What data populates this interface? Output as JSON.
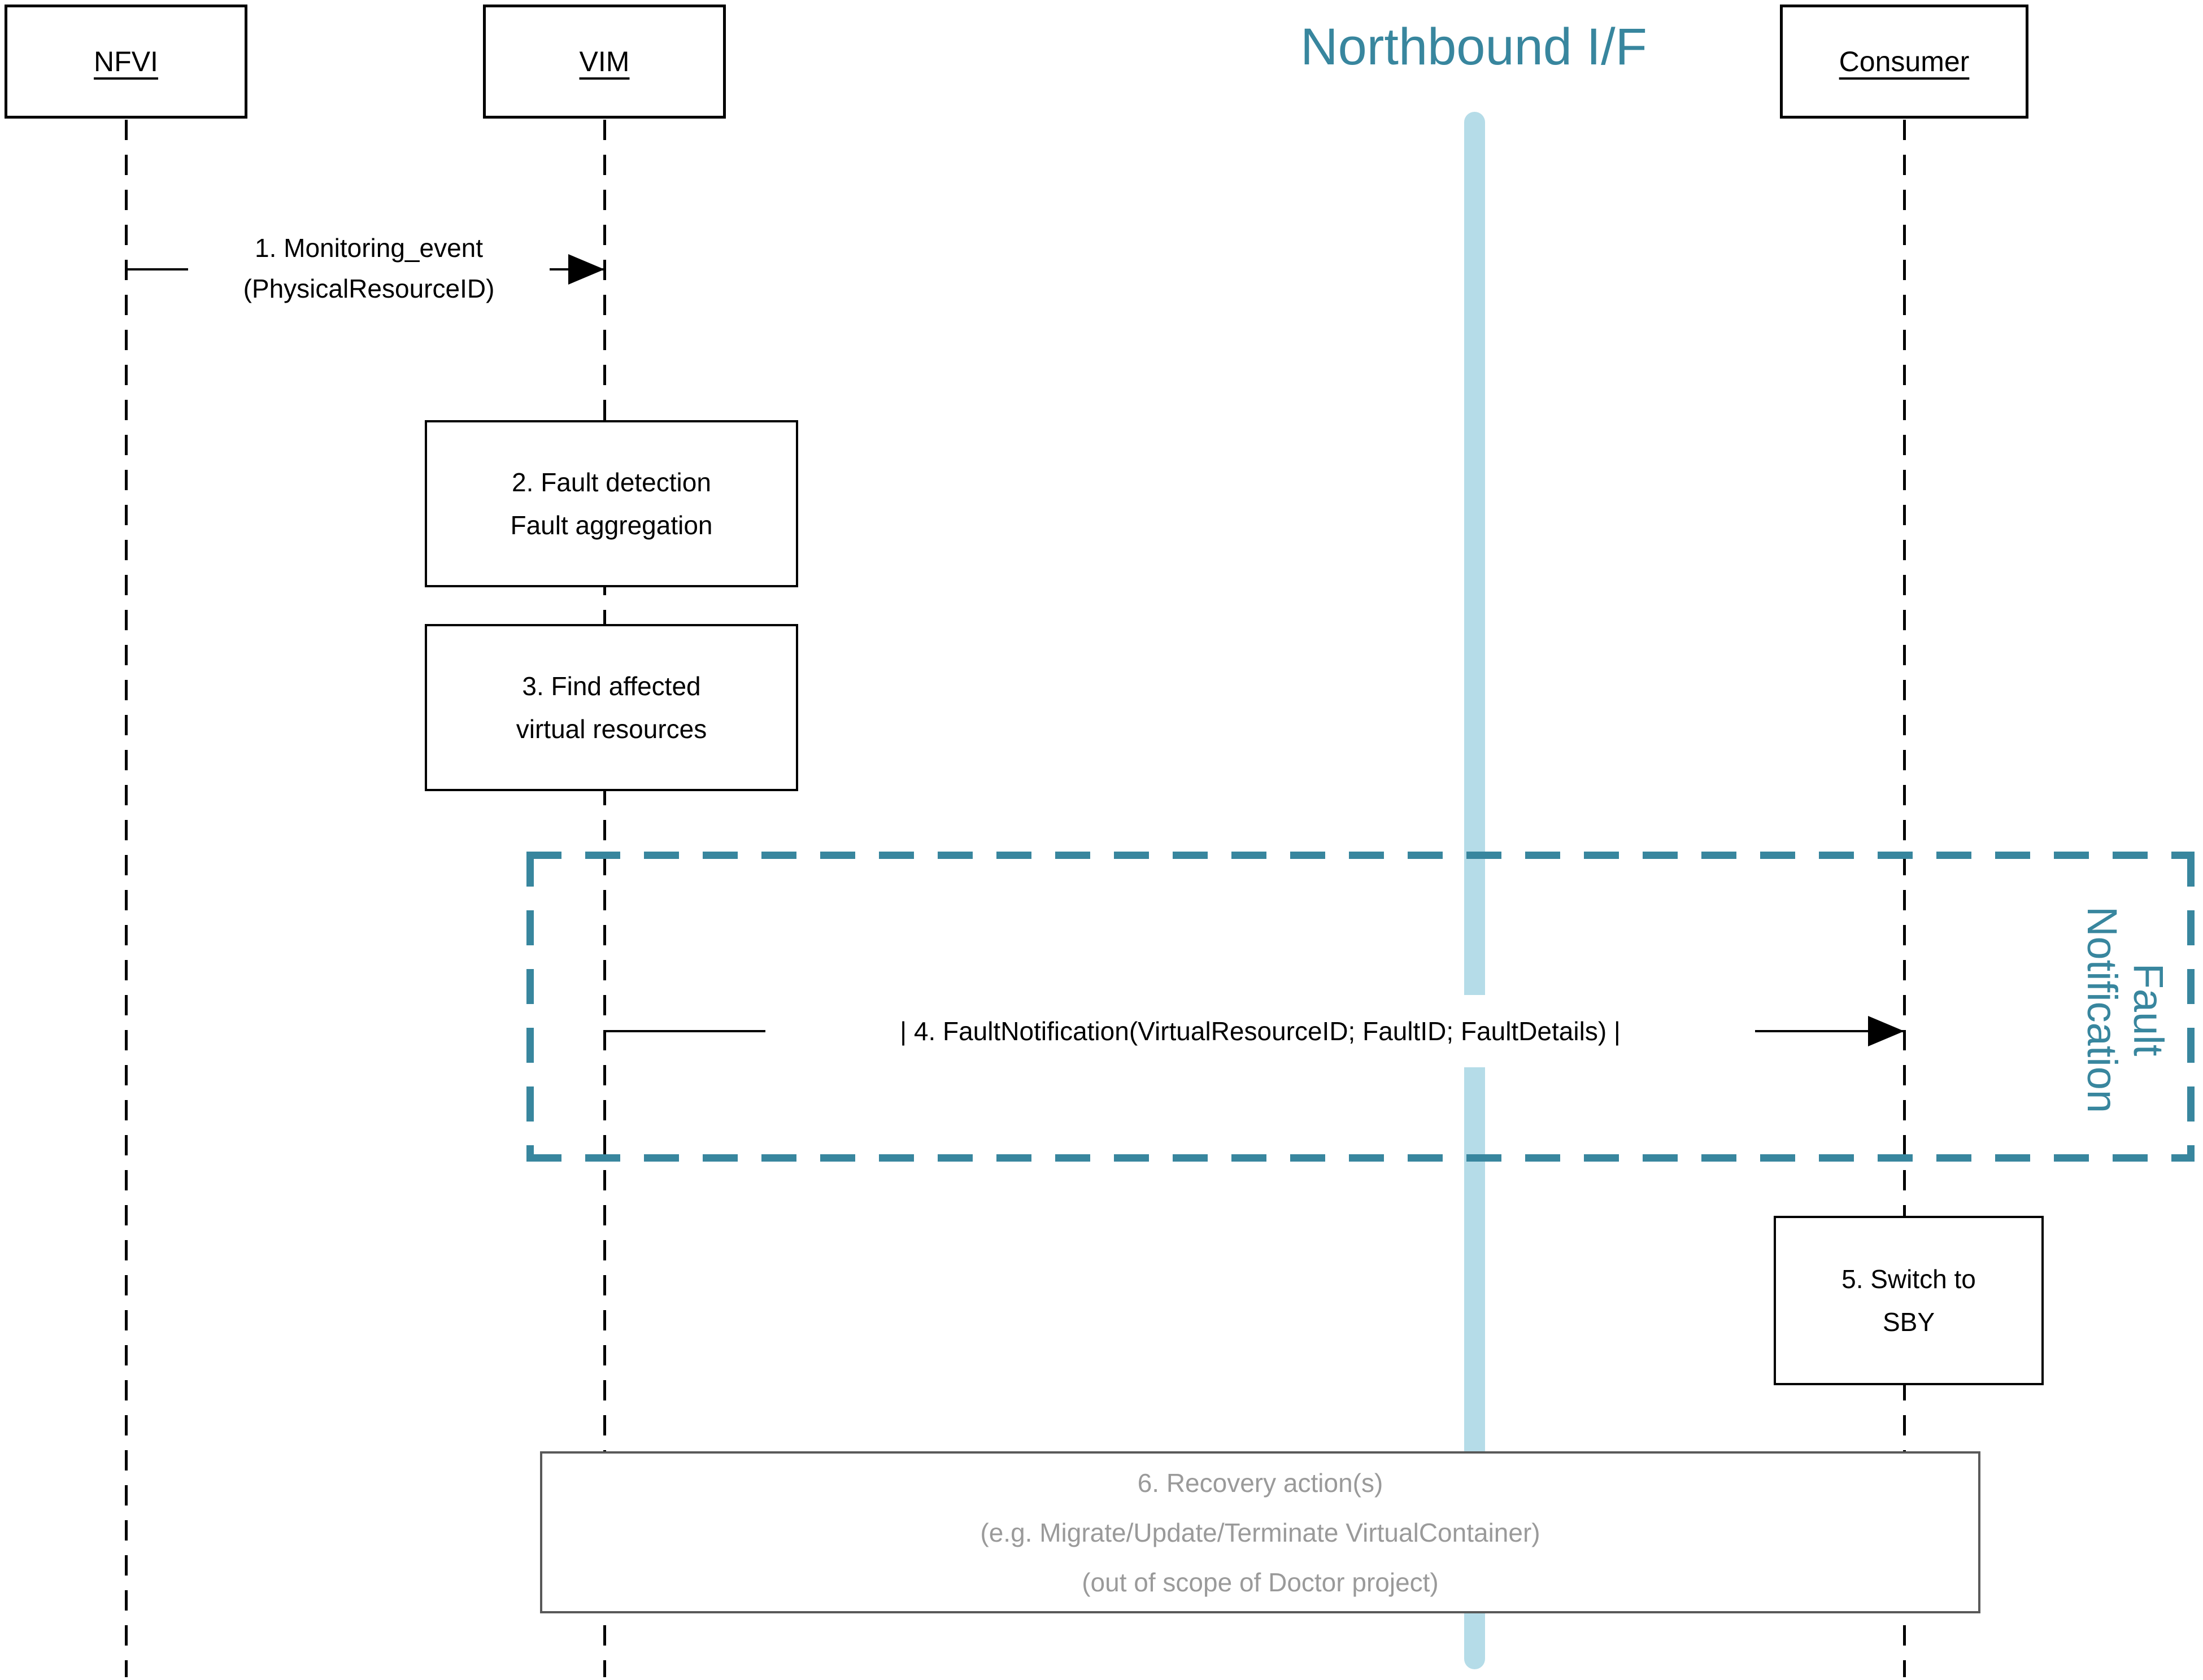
{
  "diagram": {
    "title": "Northbound I/F",
    "actors": [
      {
        "label": "NFVI"
      },
      {
        "label": "VIM"
      },
      {
        "label": "Consumer"
      }
    ],
    "messages": [
      {
        "from": "NFVI",
        "to": "VIM",
        "line1": "1. Monitoring_event",
        "line2": "(PhysicalResourceID)"
      },
      {
        "from": "VIM",
        "to": "Consumer",
        "label": "| 4. FaultNotification(VirtualResourceID; FaultID; FaultDetails) |"
      }
    ],
    "steps": {
      "step2": {
        "line1": "2. Fault detection",
        "line2": "Fault aggregation"
      },
      "step3": {
        "line1": "3. Find affected",
        "line2": "virtual resources"
      },
      "step5": {
        "line1": "5. Switch to",
        "line2": "SBY"
      },
      "step6": {
        "line1": "6. Recovery action(s)",
        "line2": "(e.g. Migrate/Update/Terminate VirtualContainer)",
        "line3": "(out of scope of Doctor project)"
      }
    },
    "frame": {
      "line1": "Fault",
      "line2": "Notification"
    },
    "colors": {
      "teal": "#38869E",
      "northbound_line_blue": "#B5DCE8",
      "out_of_scope_text_gray": "#9A9A9A",
      "out_of_scope_border_gray": "#595959",
      "line_black": "#000000",
      "background": "#ffffff"
    }
  }
}
